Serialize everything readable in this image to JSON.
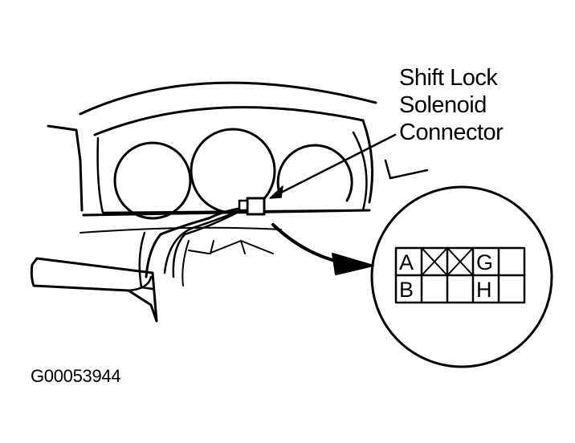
{
  "callout": {
    "line1": "Shift Lock",
    "line2": "Solenoid",
    "line3": "Connector"
  },
  "connector_pins": {
    "row1": [
      "A",
      "",
      "",
      "G",
      ""
    ],
    "row2": [
      "B",
      "",
      "",
      "H",
      ""
    ],
    "crossed_cells": [
      [
        0,
        1
      ],
      [
        0,
        2
      ]
    ]
  },
  "figure_id": "G00053944"
}
